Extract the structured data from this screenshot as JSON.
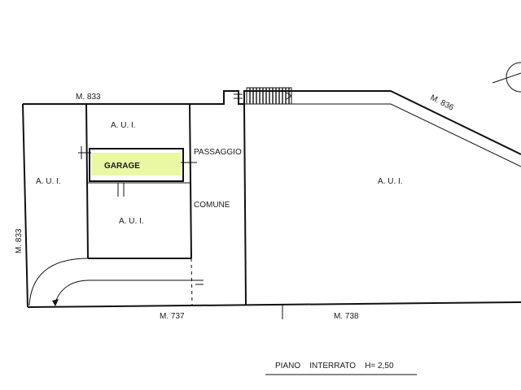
{
  "labels": {
    "m833_top": "M. 833",
    "m833_side": "M. 833",
    "m836": "M. 836",
    "m737": "M. 737",
    "m738": "M. 738",
    "aui_top": "A. U. I.",
    "aui_left": "A. U. I.",
    "aui_center": "A. U. I.",
    "aui_right": "A. U. I.",
    "garage": "GARAGE",
    "passaggio": "PASSAGGIO",
    "comune": "COMUNE",
    "piano_interrato": "PIANO    INTERRATO    H= 2,50"
  },
  "colors": {
    "ink": "#111111",
    "garage_highlight": "#d8f25a"
  }
}
